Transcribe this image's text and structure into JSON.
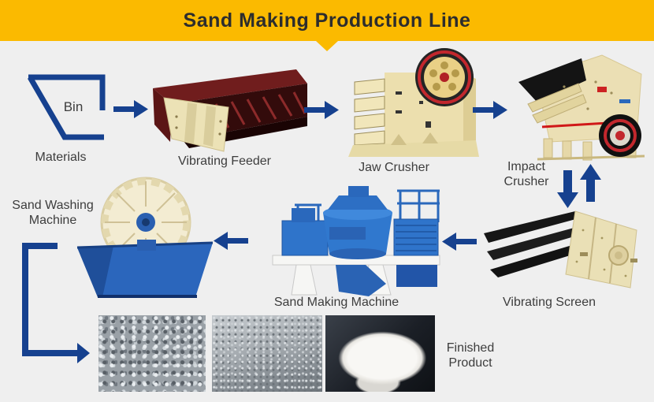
{
  "banner": {
    "title": "Sand Making Production Line"
  },
  "labels": {
    "bin": "Bin",
    "materials": "Materials",
    "vibrating_feeder": "Vibrating Feeder",
    "jaw_crusher": "Jaw Crusher",
    "impact_crusher_line1": "Impact",
    "impact_crusher_line2": "Crusher",
    "vibrating_screen": "Vibrating Screen",
    "sand_making_machine": "Sand Making Machine",
    "sand_washing_machine_line1": "Sand Washing",
    "sand_washing_machine_line2": "Machine",
    "finished_product_line1": "Finished",
    "finished_product_line2": "Product"
  },
  "process_steps": [
    "Materials (Bin)",
    "Vibrating Feeder",
    "Jaw Crusher",
    "Impact Crusher",
    "Vibrating Screen",
    "Sand Making Machine",
    "Sand Washing Machine",
    "Finished Product"
  ],
  "colors": {
    "banner_bg": "#fbba00",
    "arrow_blue": "#16418f",
    "page_bg": "#efefef",
    "label_text": "#3d3d3d",
    "title_text": "#2d2d2d"
  }
}
